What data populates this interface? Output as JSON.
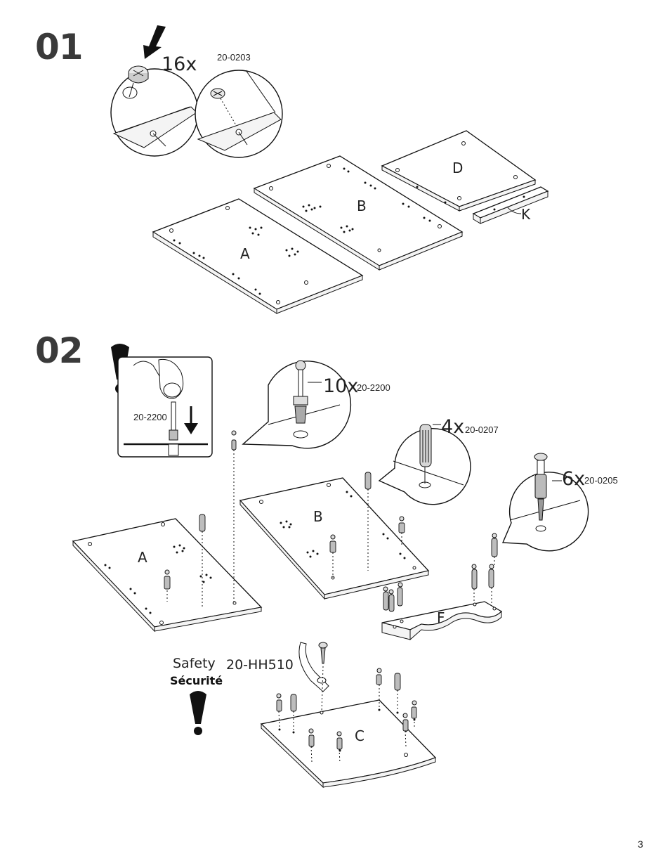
{
  "step1": {
    "number": "01",
    "quantity": "16x",
    "part_code": "20-0203",
    "panels": {
      "a": "A",
      "b": "B",
      "d": "D",
      "k": "K"
    }
  },
  "step2": {
    "number": "02",
    "inset_code": "20-2200",
    "callouts": [
      {
        "qty": "10x",
        "code": "20-2200"
      },
      {
        "qty": "4x",
        "code": "20-0207"
      },
      {
        "qty": "6x",
        "code": "20-0205"
      }
    ],
    "panels": {
      "a": "A",
      "b": "B",
      "f": "F",
      "c": "C"
    },
    "safety": {
      "en": "Safety",
      "fr": "Sécurité",
      "code": "20-HH510"
    }
  },
  "page_number": "3",
  "icons": [
    "warning-exclamation-icon",
    "down-arrow-icon",
    "cam-lock-icon",
    "cam-bolt-icon",
    "wood-dowel-icon",
    "screw-icon",
    "safety-strap-icon"
  ]
}
